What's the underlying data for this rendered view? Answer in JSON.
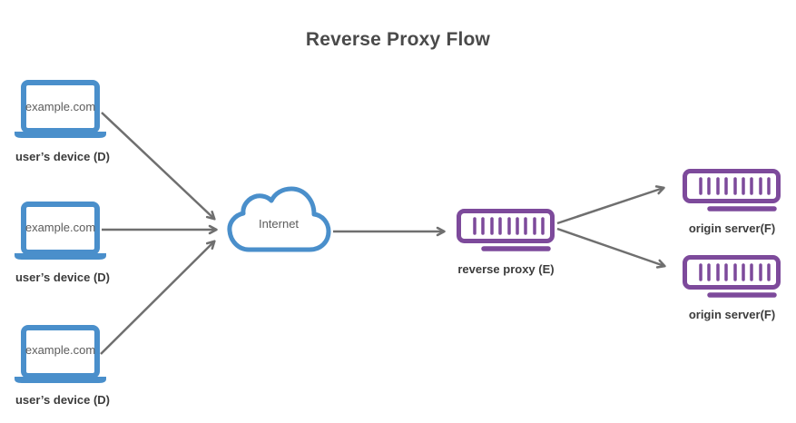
{
  "title": "Reverse Proxy Flow",
  "colors": {
    "device_blue": "#4a8fcb",
    "server_purple": "#7d4a9b",
    "arrow_gray": "#6f6f6f",
    "title_text": "#4a4a4a",
    "label_text": "#3c3c3c",
    "screen_text": "#5c5c5c",
    "background": "#ffffff"
  },
  "nodes": {
    "devices": [
      {
        "icon": "laptop-icon",
        "screen_text": "example.com",
        "label": "user’s device (D)"
      },
      {
        "icon": "laptop-icon",
        "screen_text": "example.com",
        "label": "user’s device (D)"
      },
      {
        "icon": "laptop-icon",
        "screen_text": "example.com",
        "label": "user’s device (D)"
      }
    ],
    "internet": {
      "icon": "cloud-icon",
      "label": "Internet"
    },
    "reverse_proxy": {
      "icon": "server-icon",
      "label": "reverse proxy (E)"
    },
    "origin_servers": [
      {
        "icon": "server-icon",
        "label": "origin server(F)"
      },
      {
        "icon": "server-icon",
        "label": "origin server(F)"
      }
    ]
  },
  "connections": [
    {
      "from": "device-1",
      "to": "internet"
    },
    {
      "from": "device-2",
      "to": "internet"
    },
    {
      "from": "device-3",
      "to": "internet"
    },
    {
      "from": "internet",
      "to": "reverse-proxy"
    },
    {
      "from": "reverse-proxy",
      "to": "origin-server-1"
    },
    {
      "from": "reverse-proxy",
      "to": "origin-server-2"
    }
  ]
}
